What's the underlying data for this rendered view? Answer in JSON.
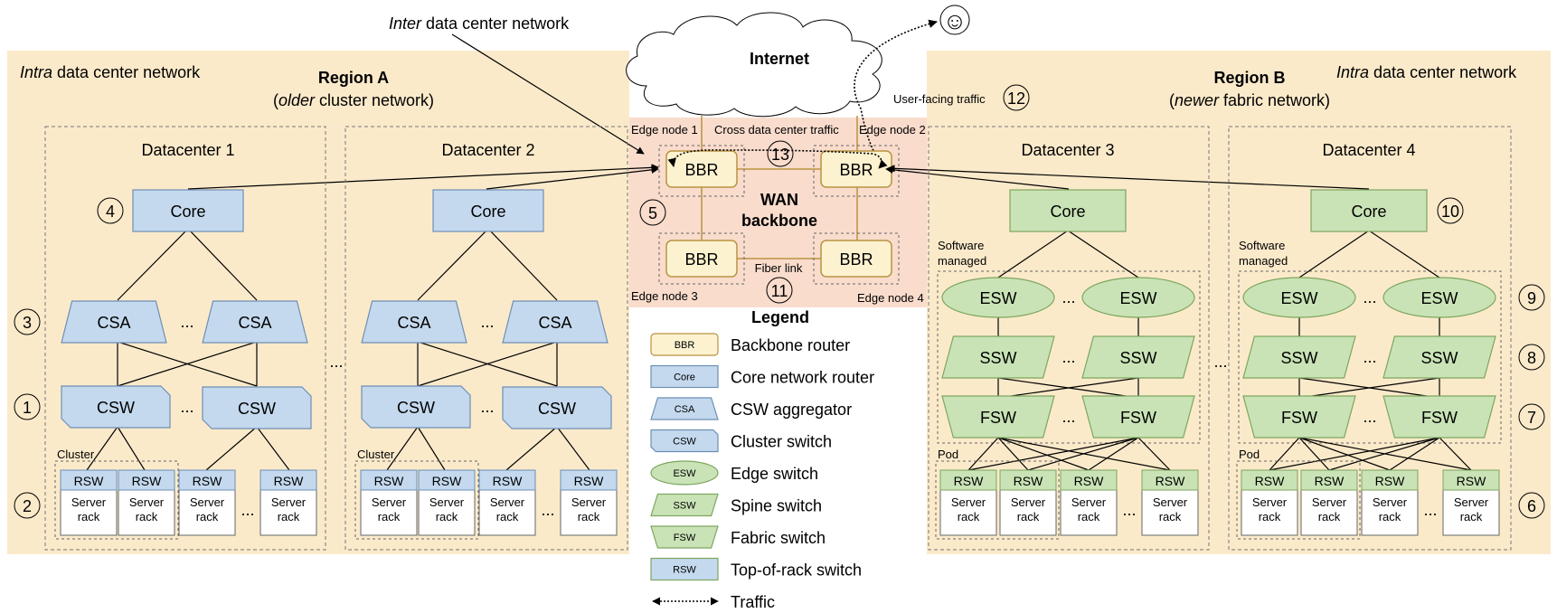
{
  "inter_dc_label": {
    "italic": "Inter",
    "rest": " data center network"
  },
  "internet": {
    "label": "Internet"
  },
  "smiley_glyph": "☺",
  "user_traffic": {
    "label": "User-facing traffic",
    "num": "12"
  },
  "region_a": {
    "intra_italic": "Intra",
    "intra_rest": " data center network",
    "title": "Region A",
    "subtitle_pre": "(",
    "subtitle_italic": "older",
    "subtitle_post": " cluster network)",
    "datacenters": [
      "Datacenter 1",
      "Datacenter 2"
    ]
  },
  "region_b": {
    "intra_italic": "Intra",
    "intra_rest": " data center network",
    "title": "Region B",
    "subtitle_pre": "(",
    "subtitle_italic": "newer",
    "subtitle_post": " fabric network)",
    "datacenters": [
      "Datacenter 3",
      "Datacenter 4"
    ]
  },
  "wan": {
    "edge_nodes": [
      "Edge node 1",
      "Edge node 2",
      "Edge node 3",
      "Edge node 4"
    ],
    "bbr": "BBR",
    "backbone_line1": "WAN",
    "backbone_line2": "backbone",
    "cross_traffic": "Cross data center traffic",
    "cross_num": "13",
    "fiber_link": "Fiber link",
    "fiber_num": "11",
    "wan_num": "5"
  },
  "nodes": {
    "core": "Core",
    "csa": "CSA",
    "csw": "CSW",
    "rsw": "RSW",
    "server_rack_l1": "Server",
    "server_rack_l2": "rack",
    "esw": "ESW",
    "ssw": "SSW",
    "fsw": "FSW",
    "cluster": "Cluster",
    "pod": "Pod",
    "software_managed_l1": "Software",
    "software_managed_l2": "managed",
    "ellipsis": "..."
  },
  "markers": {
    "core_a": "4",
    "csa": "3",
    "csw": "1",
    "rsw_a": "2",
    "core_b": "10",
    "esw": "9",
    "ssw": "8",
    "fsw": "7",
    "rsw_b": "6"
  },
  "legend": {
    "title": "Legend",
    "items": [
      {
        "icon": "BBR",
        "label": "Backbone router"
      },
      {
        "icon": "Core",
        "label": "Core network router"
      },
      {
        "icon": "CSA",
        "label": "CSW aggregator"
      },
      {
        "icon": "CSW",
        "label": "Cluster switch"
      },
      {
        "icon": "ESW",
        "label": "Edge switch"
      },
      {
        "icon": "SSW",
        "label": "Spine switch"
      },
      {
        "icon": "FSW",
        "label": "Fabric switch"
      },
      {
        "icon": "RSW",
        "label": "Top-of-rack switch"
      },
      {
        "icon": "",
        "label": "Traffic"
      }
    ]
  },
  "colors": {
    "region_bg": "#fbeaca",
    "wan_bg": "#f9dccc",
    "blue_fill": "#c4d9ee",
    "blue_stroke": "#6d8fb4",
    "green_fill": "#c9e3b6",
    "green_stroke": "#7da65f",
    "bbr_fill": "#fdf2d0",
    "bbr_stroke": "#b99341"
  }
}
